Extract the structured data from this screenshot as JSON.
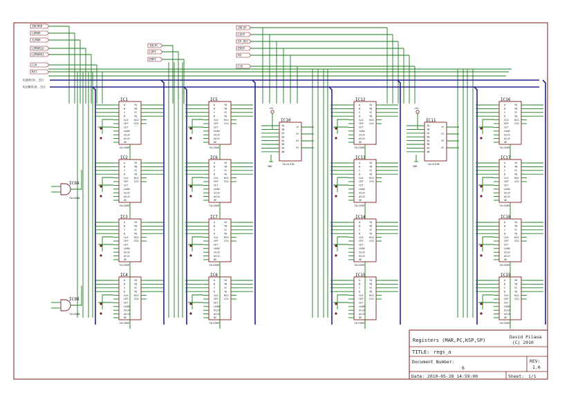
{
  "left_inputs": [
    "INCMAR",
    "LDMAR",
    "ILMAR",
    "LDMARLO",
    "LDMARHI",
    "CLK",
    "RST"
  ],
  "mid_inputs": [
    "INCPC",
    "LDPC",
    "ENPC"
  ],
  "right_inputs": [
    "INCSP",
    "LDSP",
    "SP_DEC",
    "ENSP",
    "PD",
    "CLK"
  ],
  "buses": [
    "ALBUS[0..15]",
    "ALUBUS[0..15]"
  ],
  "chips": [
    {
      "ref": "IC1",
      "type": "74LS569"
    },
    {
      "ref": "IC2",
      "type": "74LS569"
    },
    {
      "ref": "IC3",
      "type": "74LS569"
    },
    {
      "ref": "IC4",
      "type": "74LS569"
    },
    {
      "ref": "IC5",
      "type": "74LS569"
    },
    {
      "ref": "IC6",
      "type": "74LS569"
    },
    {
      "ref": "IC7",
      "type": "74LS569"
    },
    {
      "ref": "IC8",
      "type": "74LS569"
    },
    {
      "ref": "IC12",
      "type": "74LS569"
    },
    {
      "ref": "IC13",
      "type": "74LS569"
    },
    {
      "ref": "IC14",
      "type": "74LS569"
    },
    {
      "ref": "IC15",
      "type": "74LS569"
    },
    {
      "ref": "IC16",
      "type": "74LS569"
    },
    {
      "ref": "IC17",
      "type": "74LS569"
    },
    {
      "ref": "IC18",
      "type": "74LS569"
    },
    {
      "ref": "IC19",
      "type": "74LS569"
    }
  ],
  "mux": [
    {
      "ref": "IC10",
      "type": "74LS157N"
    },
    {
      "ref": "IC11",
      "type": "74LS157N"
    }
  ],
  "gates": [
    {
      "ref": "IC9A",
      "type": "74LS08N"
    },
    {
      "ref": "IC9B",
      "type": "74LS08N"
    }
  ],
  "power": {
    "vcc": "+5V",
    "gnd": "GND"
  },
  "pin_labels": {
    "left": [
      "A",
      "B",
      "C",
      "D",
      "CLK",
      "CEP",
      "CET",
      "LOAD",
      "SCLR",
      "ACLR",
      "OE"
    ],
    "right": [
      "YA",
      "YB",
      "YC",
      "YD",
      "RCO",
      "CCO"
    ]
  },
  "title_block": {
    "description": "Registers (MAR,PC,KSP,SP)",
    "author": "David Pilaua",
    "copyright": "(C) 2010",
    "title_label": "TITLE:",
    "title_value": "regs_a",
    "docnum_label": "Document Number:",
    "docnum_value": "6",
    "rev_label": "REV:",
    "rev_value": "1.0",
    "date_label": "Date:",
    "date_value": "2010-05-28 14:59:00",
    "sheet_label": "Sheet:",
    "sheet_value": "1/1"
  }
}
